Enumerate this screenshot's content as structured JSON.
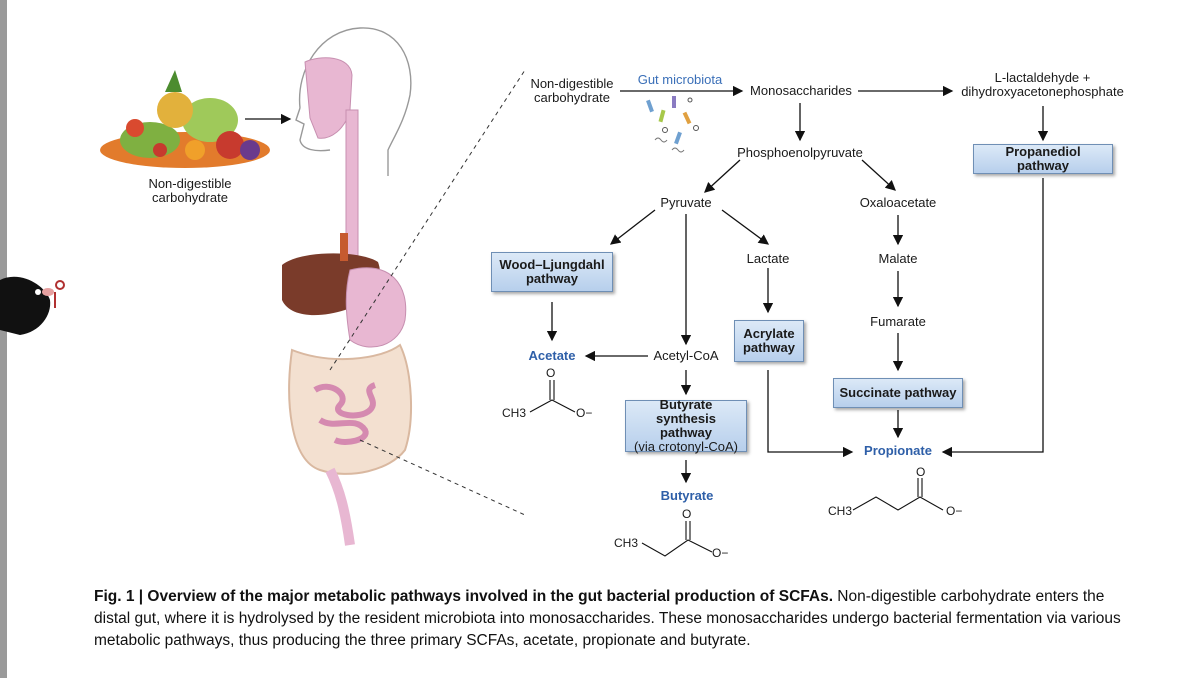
{
  "left": {
    "food_label": "Non-digestible\ncarbohydrate"
  },
  "flow": {
    "source": "Non-digestible\ncarbohydrate",
    "agent": "Gut microbiota",
    "monosaccharides": "Monosaccharides",
    "lactaldehyde": "L-lactaldehyde +\ndihydroxyacetonephosphate",
    "pep": "Phosphoenolpyruvate",
    "pyruvate": "Pyruvate",
    "oxaloacetate": "Oxaloacetate",
    "lactate": "Lactate",
    "malate": "Malate",
    "fumarate": "Fumarate",
    "acetyl_coa": "Acetyl-CoA"
  },
  "pathways": {
    "propanediol": "Propanediol pathway",
    "wood": "Wood–Ljungdahl\npathway",
    "acrylate": "Acrylate\npathway",
    "succinate": "Succinate pathway",
    "butyrate_title": "Butyrate synthesis\npathway",
    "butyrate_sub": "(via crotonyl-CoA)"
  },
  "products": {
    "acetate": "Acetate",
    "propionate": "Propionate",
    "butyrate": "Butyrate"
  },
  "chem": {
    "ch3": "CH3",
    "o": "O",
    "ominus": "O−"
  },
  "caption": {
    "bold": "Fig. 1 | Overview of the major metabolic pathways involved in the gut bacterial production of SCFAs.",
    "text": " Non-digestible carbohydrate enters the distal gut, where it is hydrolysed by the resident microbiota into monosaccharides. These monosaccharides undergo bacterial fermentation via various metabolic pathways, thus producing the three primary SCFAs, acetate, propionate and butyrate."
  },
  "colors": {
    "accent_blue": "#2e5fa8",
    "box_fill": "#c9dcf2",
    "organ_pink": "#e8b7d2"
  }
}
